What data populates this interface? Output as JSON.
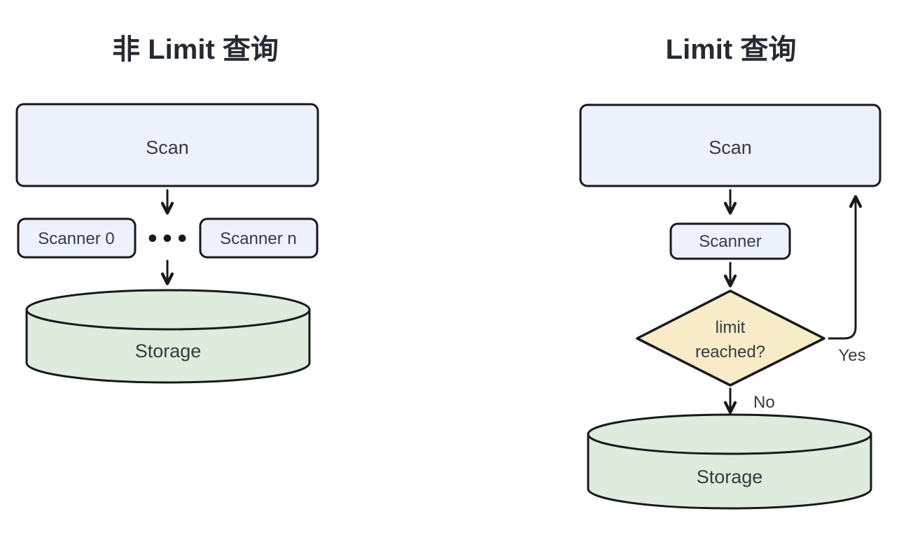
{
  "diagram": {
    "left": {
      "title": "非 Limit 查询",
      "scan": "Scan",
      "scanner0": "Scanner 0",
      "dots": "•••",
      "scanner_n": "Scanner n",
      "storage": "Storage"
    },
    "right": {
      "title": "Limit 查询",
      "scan": "Scan",
      "scanner": "Scanner",
      "decision_line1": "limit",
      "decision_line2": "reached?",
      "yes": "Yes",
      "no": "No",
      "storage": "Storage"
    },
    "colors": {
      "background": "#ffffff",
      "box_fill": "#edf1fb",
      "stroke": "#17191e",
      "cylinder_fill": "#ddecdc",
      "diamond_fill": "#f7ebc8",
      "text": "#363b42",
      "title": "#262a31"
    }
  }
}
